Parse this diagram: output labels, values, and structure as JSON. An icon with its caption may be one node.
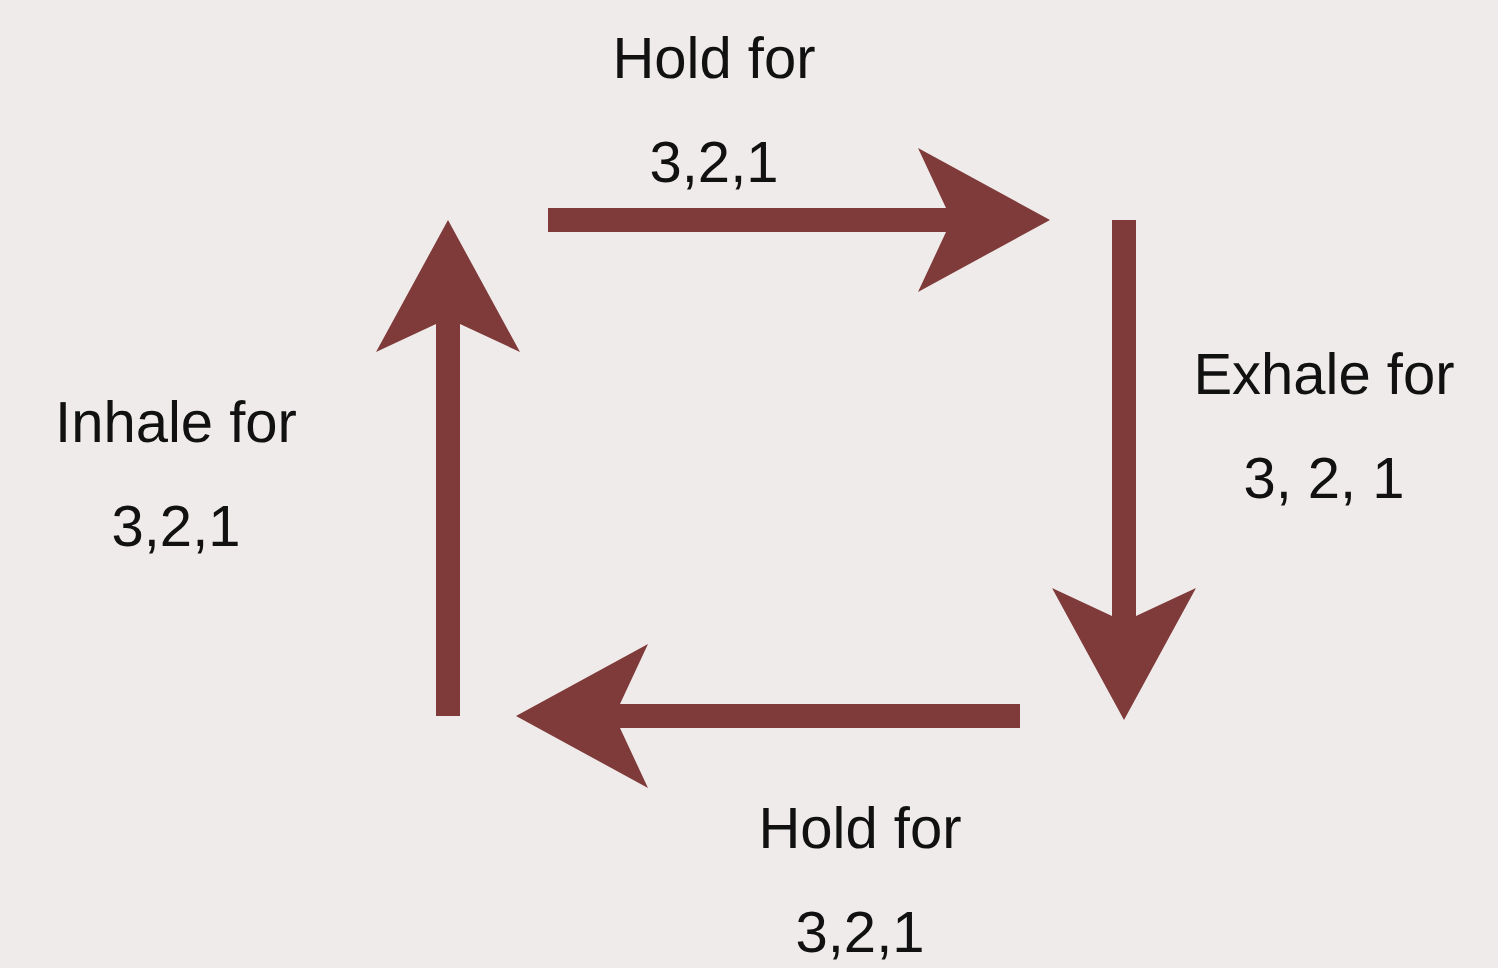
{
  "diagram": {
    "labels": [
      "Hold for 3,2,1",
      "Inhale for 3,2,1",
      "Exhale for 3, 2, 1",
      "Hold for 3,2,1"
    ]
  }
}
